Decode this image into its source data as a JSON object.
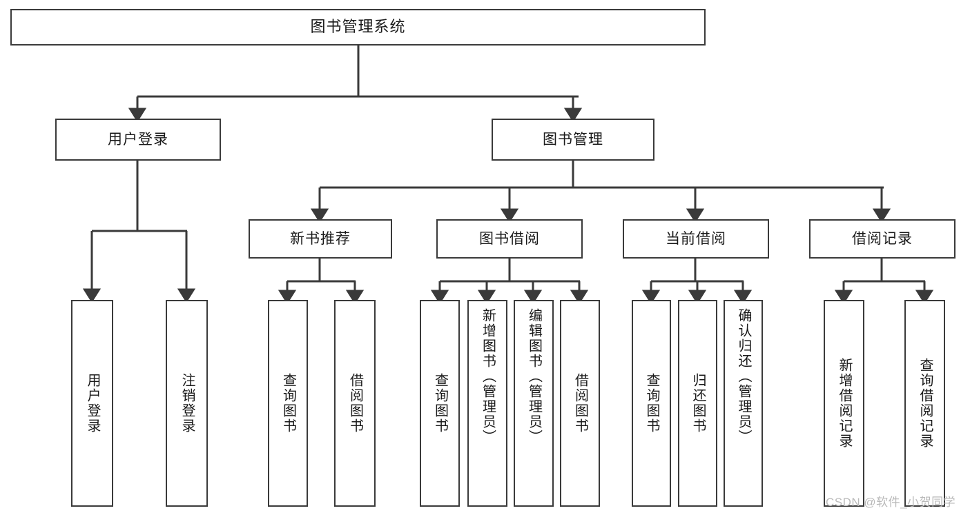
{
  "diagram": {
    "title": "图书管理系统",
    "watermark": "CSDN @软件_小贺同学",
    "colors": {
      "stroke": "#3a3a3a",
      "fill": "#ffffff",
      "text": "#1a1a1a",
      "watermark": "#b9b9b9"
    },
    "nodes": {
      "root": "图书管理系统",
      "user_login": "用户登录",
      "book_manage": "图书管理",
      "new_book_rec": "新书推荐",
      "book_borrow": "图书借阅",
      "current_borrow": "当前借阅",
      "borrow_record": "借阅记录",
      "leaf_user_login": "用户登录",
      "leaf_logout": "注销登录",
      "leaf_query_book_1": "查询图书",
      "leaf_borrow_book_1": "借阅图书",
      "leaf_query_book_2": "查询图书",
      "leaf_add_book_admin": "新增图书（管理员）",
      "leaf_edit_book_admin": "编辑图书（管理员）",
      "leaf_borrow_book_2": "借阅图书",
      "leaf_query_book_3": "查询图书",
      "leaf_return_book": "归还图书",
      "leaf_confirm_return_admin": "确认归还（管理员）",
      "leaf_add_record": "新增借阅记录",
      "leaf_query_record": "查询借阅记录"
    }
  }
}
